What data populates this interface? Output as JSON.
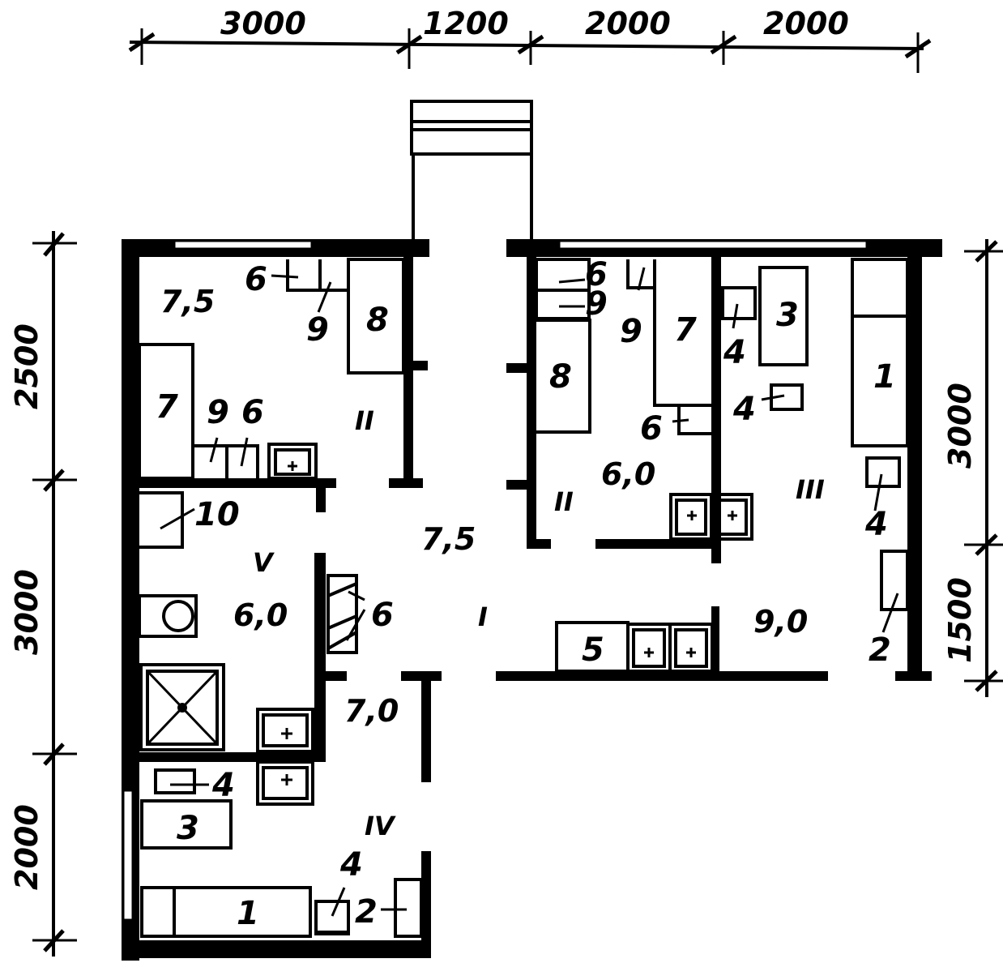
{
  "dims": {
    "top": [
      "3000",
      "1200",
      "2000",
      "2000"
    ],
    "left": [
      "2500",
      "3000",
      "2000"
    ],
    "right": [
      "3000",
      "1500"
    ]
  },
  "rooms": {
    "r1": "I",
    "r2": "II",
    "r3": "III",
    "r4": "IV",
    "r5": "V",
    "r2b": "II"
  },
  "areas": {
    "a_tl": "7,5",
    "a_center": "7,5",
    "a_mid": "6,0",
    "a_v": "6,0",
    "a_70": "7,0",
    "a_90": "9,0"
  },
  "equipment": {
    "n1a": "1",
    "n1b": "1",
    "n2a": "2",
    "n2b": "2",
    "n3a": "3",
    "n3b": "3",
    "n4a": "4",
    "n4b": "4",
    "n4c": "4",
    "n4d": "4",
    "n4e": "4",
    "n5": "5",
    "n6a": "6",
    "n6b": "6",
    "n6c": "6",
    "n6d": "6",
    "n6e": "6",
    "n7a": "7",
    "n7b": "7",
    "n8a": "8",
    "n8b": "8",
    "n9a": "9",
    "n9b": "9",
    "n9c": "9",
    "n9d": "9",
    "n10": "10"
  }
}
